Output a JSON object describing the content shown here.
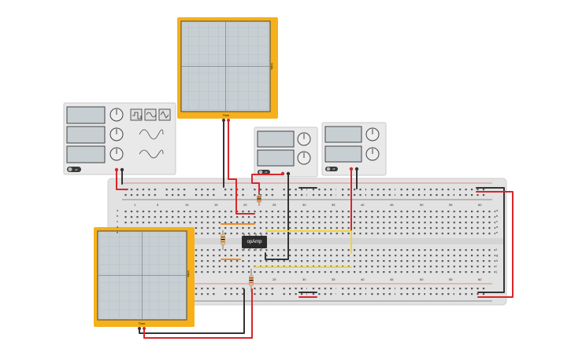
{
  "circuit": {
    "chip_label": "opAmp",
    "top_scope": {
      "time_label": "Time",
      "volt_label": "Volts"
    },
    "bottom_scope": {
      "time_label": "Time",
      "volt_label": "Volts"
    },
    "function_generator": {
      "toggle_label": "off"
    },
    "power_supply_1": {
      "toggle_label": "off"
    },
    "power_supply_2": {
      "toggle_label": "off"
    },
    "column_numbers": [
      "1",
      "5",
      "10",
      "15",
      "20",
      "25",
      "30",
      "35",
      "40",
      "45",
      "50",
      "55",
      "60"
    ],
    "row_letters_top": [
      "a",
      "b",
      "c",
      "d",
      "e"
    ],
    "row_letters_bottom": [
      "f",
      "g",
      "h",
      "i",
      "j"
    ]
  },
  "colors": {
    "scope_frame": "#f5b01b",
    "scope_screen": "#c7cfd3",
    "breadboard": "#e2e2e2",
    "wire_red": "#d8262b",
    "wire_black": "#333333",
    "wire_yellow": "#f2d23a",
    "wire_orange": "#f08c1e",
    "chip": "#2b2b2b"
  }
}
